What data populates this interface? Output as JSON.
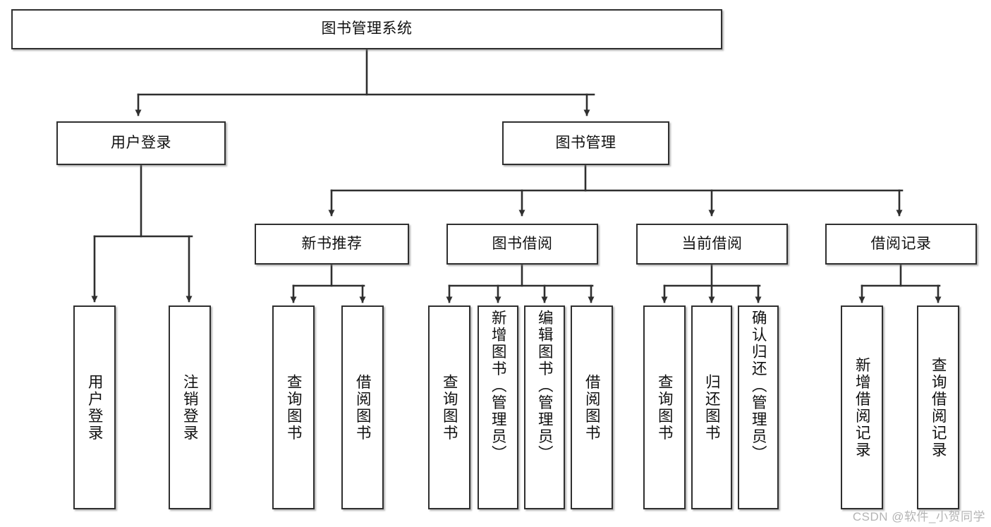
{
  "diagram": {
    "title": "图书管理系统",
    "watermark": "CSDN @软件_小贺同学",
    "colors": {
      "background": "#ffffff",
      "stroke": "#2f2f2f",
      "text": "#111111",
      "watermark": "#b4b4b4"
    },
    "root": {
      "label": "图书管理系统"
    },
    "level1": [
      {
        "label": "用户登录"
      },
      {
        "label": "图书管理"
      }
    ],
    "level2": [
      {
        "label": "新书推荐"
      },
      {
        "label": "图书借阅"
      },
      {
        "label": "当前借阅"
      },
      {
        "label": "借阅记录"
      }
    ],
    "leaves": {
      "user_login": [
        {
          "label": "用户登录"
        },
        {
          "label": "注销登录"
        }
      ],
      "new_book": [
        {
          "label": "查询图书"
        },
        {
          "label": "借阅图书"
        }
      ],
      "borrow_book": [
        {
          "label": "查询图书"
        },
        {
          "label": "新增图书（管理员）"
        },
        {
          "label": "编辑图书（管理员）"
        },
        {
          "label": "借阅图书"
        }
      ],
      "current_borrow": [
        {
          "label": "查询图书"
        },
        {
          "label": "归还图书"
        },
        {
          "label": "确认归还（管理员）"
        }
      ],
      "borrow_record": [
        {
          "label": "新增借阅记录"
        },
        {
          "label": "查询借阅记录"
        }
      ]
    }
  }
}
